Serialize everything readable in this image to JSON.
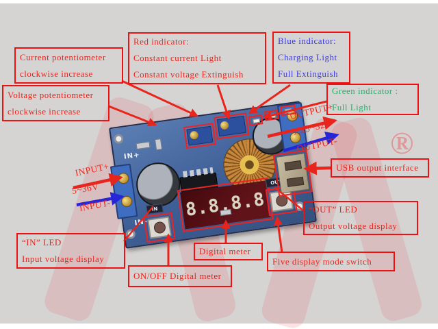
{
  "colors": {
    "annotation_red": "#e8251d",
    "blue_text": "#3d3de0",
    "green_text": "#2fae6b",
    "background_gray": "#d5d4d2"
  },
  "callouts": {
    "current_pot": {
      "lines": [
        "Current potentiometer",
        "clockwise increase"
      ]
    },
    "voltage_pot": {
      "lines": [
        "Voltage potentiometer",
        "clockwise increase"
      ]
    },
    "red_indicator": {
      "lines": [
        "Red indicator:",
        "Constant current Light",
        "Constant voltage Extinguish"
      ]
    },
    "blue_indicator": {
      "lines": [
        "Blue indicator:",
        "Charging Light",
        "Full Extinguish"
      ]
    },
    "green_indicator": {
      "lines": [
        "Green indicator :",
        "Full Light"
      ]
    },
    "usb": {
      "lines": [
        "USB output interface"
      ]
    },
    "out_led": {
      "lines": [
        "“OUT” LED",
        "Output voltage display"
      ]
    },
    "in_led": {
      "lines": [
        "“IN” LED",
        "Input voltage display"
      ]
    },
    "digital_meter": {
      "lines": [
        "Digital meter"
      ]
    },
    "onoff_switch": {
      "lines": [
        "ON/OFF Digital meter"
      ]
    },
    "five_mode": {
      "lines": [
        "Five display mode switch"
      ]
    }
  },
  "io_labels": {
    "output_plus": "OUTPUT+",
    "output_range": "1.25~32V",
    "output_minus": "OUTPUT-",
    "input_plus": "INPUT+",
    "input_range": "5~36V",
    "input_minus": "INPUT-"
  },
  "board": {
    "display_value": "8.8.8.8",
    "silkscreen": {
      "in_plus": "IN+",
      "in_minus": "IN-",
      "in_button": "IN",
      "out_button": "OUT"
    }
  },
  "watermark": {
    "registered_mark": "®"
  }
}
